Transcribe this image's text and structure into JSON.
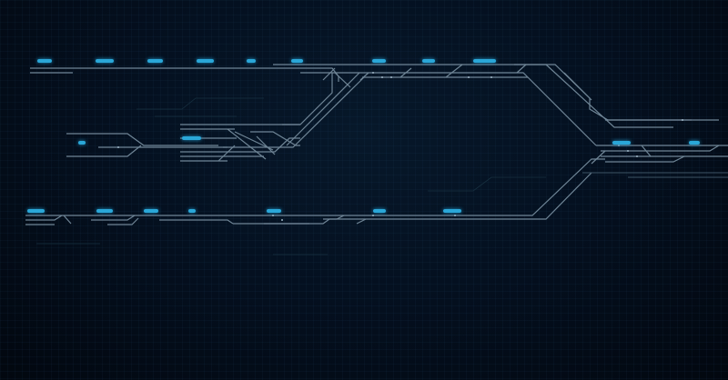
{
  "colors": {
    "background": "#030a14",
    "track": "#6f8596",
    "track_dim": "#3d5566",
    "station_badge": "#2aa7d8"
  },
  "stations": [
    {
      "id": "s1"
    },
    {
      "id": "s2"
    },
    {
      "id": "s3"
    },
    {
      "id": "s4"
    },
    {
      "id": "s5"
    },
    {
      "id": "s6"
    },
    {
      "id": "s7"
    },
    {
      "id": "s8"
    },
    {
      "id": "s9"
    },
    {
      "id": "s10"
    },
    {
      "id": "s11"
    },
    {
      "id": "s12"
    },
    {
      "id": "s13"
    },
    {
      "id": "s14"
    },
    {
      "id": "s15"
    },
    {
      "id": "s16"
    },
    {
      "id": "s17"
    },
    {
      "id": "s18"
    },
    {
      "id": "s19"
    },
    {
      "id": "s20"
    }
  ]
}
